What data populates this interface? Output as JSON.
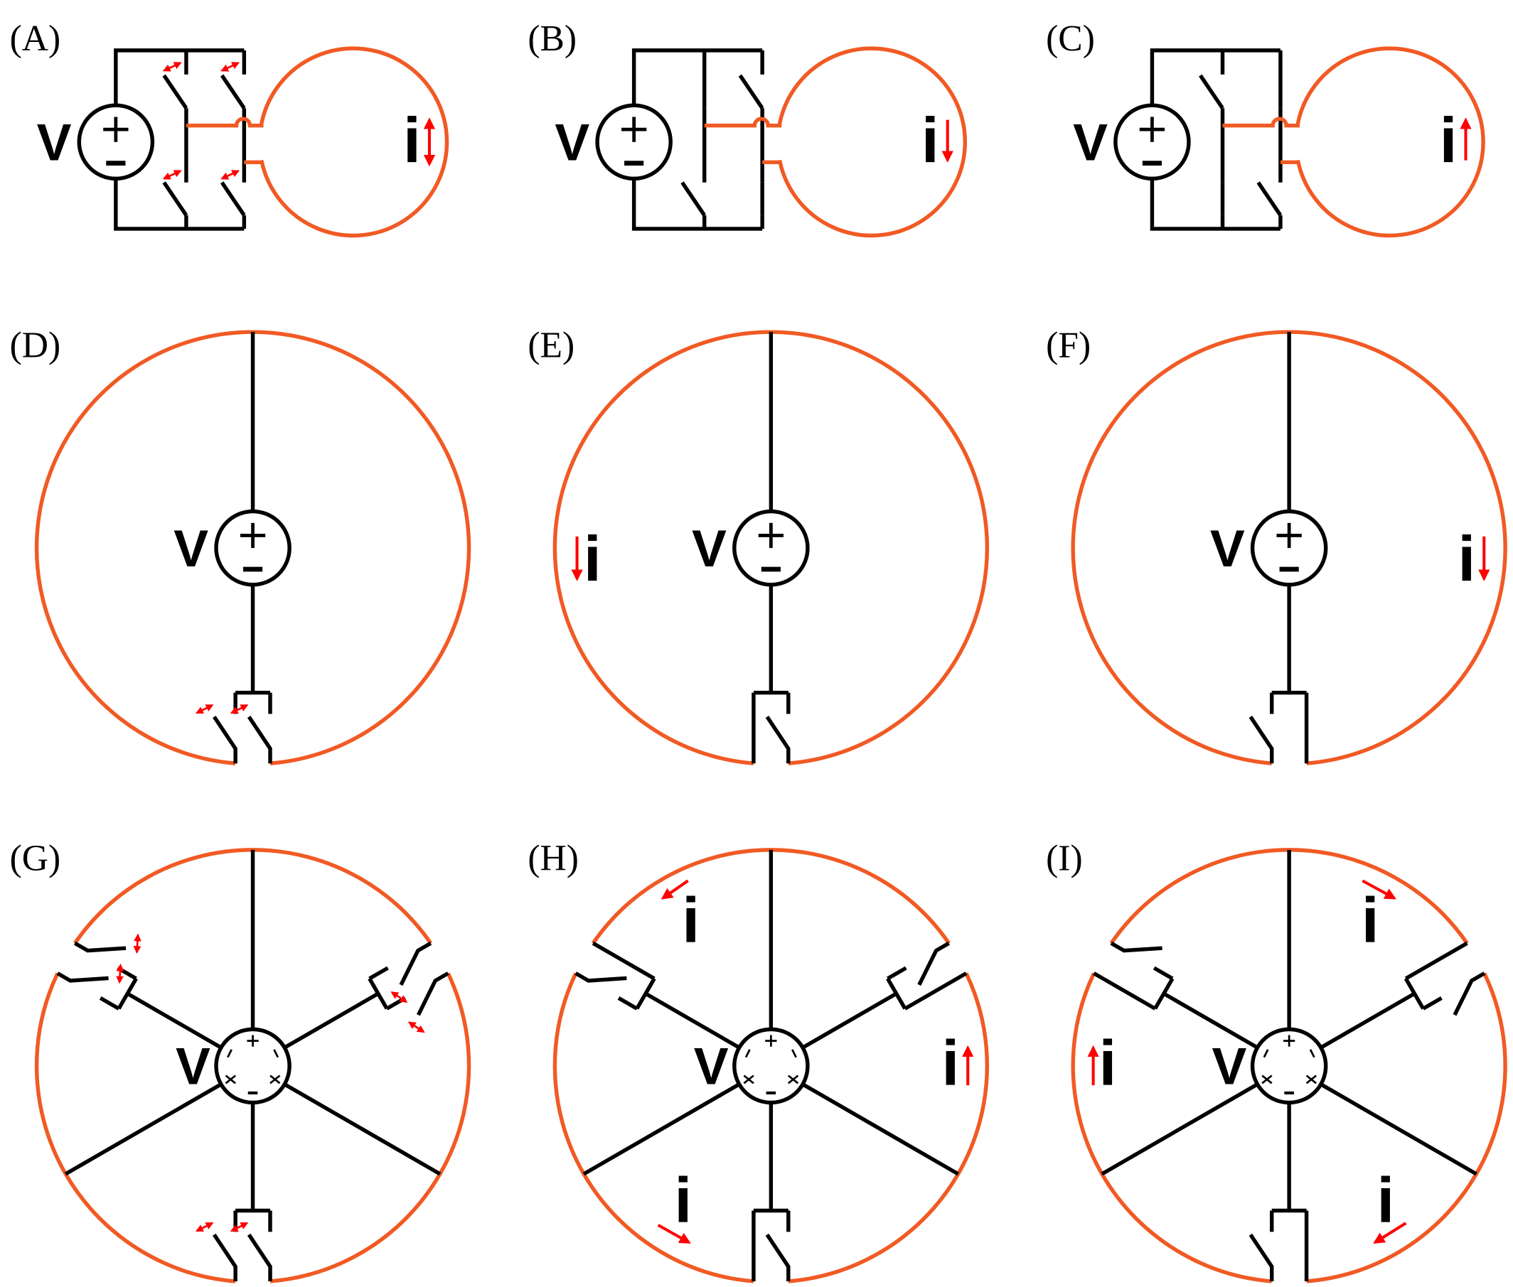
{
  "colors": {
    "wire": "#000000",
    "loop": "#f15a24",
    "arrow": "#ff0000"
  },
  "panels": [
    {
      "label": "(A)",
      "source_label": "V",
      "current_label": "i",
      "current_direction": "both",
      "switches": {
        "left_top": "toggling",
        "left_bottom": "toggling",
        "right_top": "toggling",
        "right_bottom": "toggling"
      }
    },
    {
      "label": "(B)",
      "source_label": "V",
      "current_label": "i",
      "current_direction": "down",
      "switches": {
        "left_top": "closed",
        "left_bottom": "open",
        "right_top": "open",
        "right_bottom": "closed"
      }
    },
    {
      "label": "(C)",
      "source_label": "V",
      "current_label": "i",
      "current_direction": "up",
      "switches": {
        "left_top": "open",
        "left_bottom": "closed",
        "right_top": "closed",
        "right_bottom": "open"
      }
    },
    {
      "label": "(D)",
      "source_label": "V",
      "current_label": "",
      "switches": {
        "left": "toggling",
        "right": "toggling"
      }
    },
    {
      "label": "(E)",
      "source_label": "V",
      "current_label": "i",
      "current_direction": "down",
      "switches": {
        "left": "closed",
        "right": "open"
      }
    },
    {
      "label": "(F)",
      "source_label": "V",
      "current_label": "i",
      "current_direction": "down",
      "switches": {
        "left": "open",
        "right": "closed"
      }
    },
    {
      "label": "(G)",
      "source_label": "V",
      "current_label": "",
      "switches": {
        "left": "toggling",
        "right": "toggling"
      }
    },
    {
      "label": "(H)",
      "source_label": "V",
      "current_label": "i",
      "current_direction": "counterclockwise",
      "switches": {
        "left": "closed",
        "right": "open"
      }
    },
    {
      "label": "(I)",
      "source_label": "V",
      "current_label": "i",
      "current_direction": "clockwise",
      "switches": {
        "left": "open",
        "right": "closed"
      }
    }
  ]
}
